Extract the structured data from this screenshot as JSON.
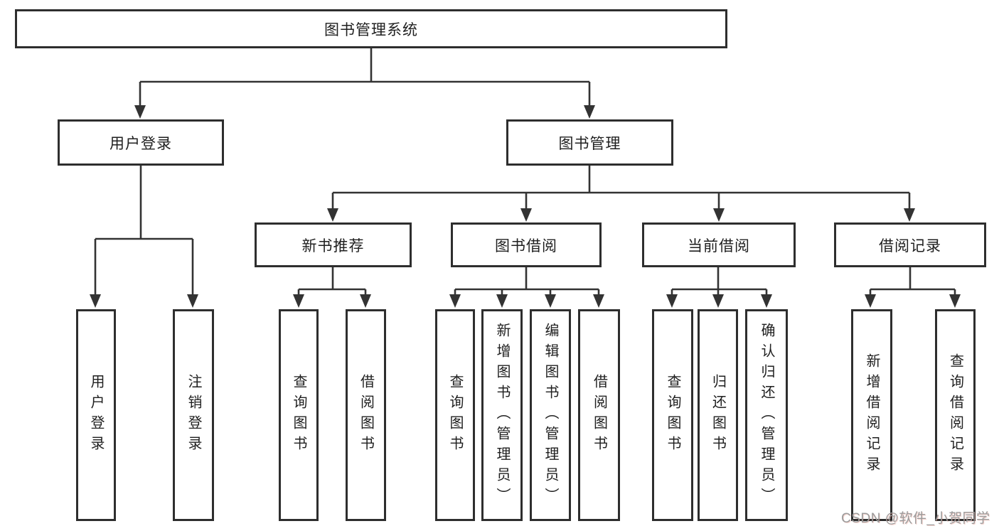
{
  "tree": {
    "label": "图书管理系统",
    "children": [
      {
        "label": "用户登录",
        "children": [
          {
            "label": "用户登录"
          },
          {
            "label": "注销登录"
          }
        ]
      },
      {
        "label": "图书管理",
        "children": [
          {
            "label": "新书推荐",
            "children": [
              {
                "label": "查询图书"
              },
              {
                "label": "借阅图书"
              }
            ]
          },
          {
            "label": "图书借阅",
            "children": [
              {
                "label": "查询图书"
              },
              {
                "label": "新增图书（管理员）"
              },
              {
                "label": "编辑图书（管理员）"
              },
              {
                "label": "借阅图书"
              }
            ]
          },
          {
            "label": "当前借阅",
            "children": [
              {
                "label": "查询图书"
              },
              {
                "label": "归还图书"
              },
              {
                "label": "确认归还（管理员）"
              }
            ]
          },
          {
            "label": "借阅记录",
            "children": [
              {
                "label": "新增借阅记录"
              },
              {
                "label": "查询借阅记录"
              }
            ]
          }
        ]
      }
    ]
  },
  "watermark": {
    "text": "CSDN @软件_小贺同学"
  },
  "colors": {
    "background": "#ffffff",
    "line": "#333333",
    "box_border": "#2e2e2e",
    "text": "#1f1f1f",
    "watermark": "#9c9c9c"
  }
}
